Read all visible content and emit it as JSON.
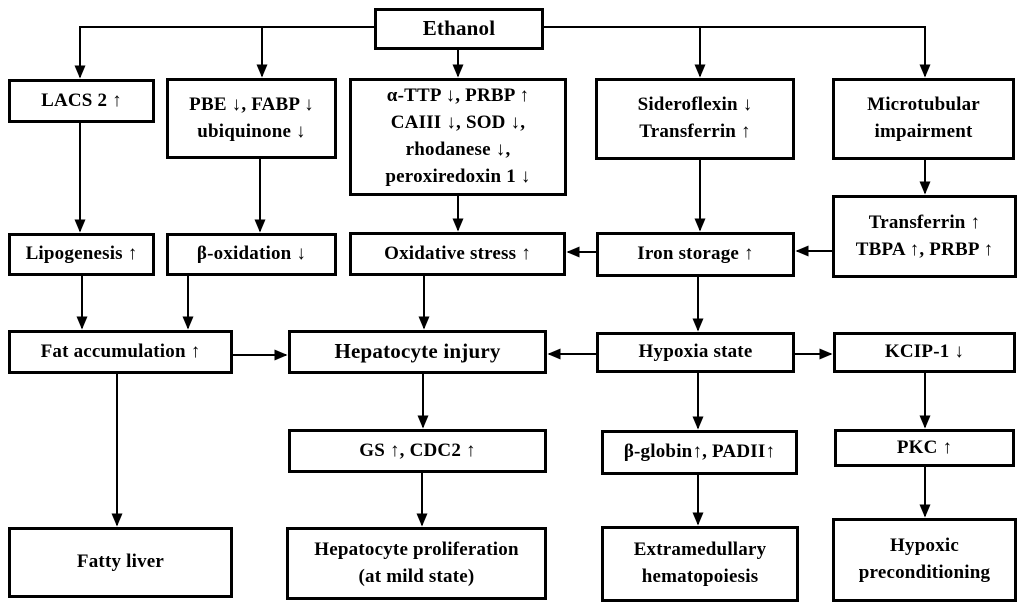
{
  "diagram": {
    "topic": "Ethanol effects flowchart",
    "colors": {
      "line": "#000000",
      "box_border": "#000000",
      "background": "#ffffff",
      "text": "#000000"
    }
  },
  "nodes": {
    "ethanol": {
      "label": "Ethanol"
    },
    "lacs2": {
      "label": "LACS 2 ↑"
    },
    "pbe_fabp": {
      "label": "PBE ↓, FABP ↓\nubiquinone ↓"
    },
    "attp_group": {
      "label": "α-TTP ↓, PRBP ↑\nCAIII ↓, SOD ↓,\nrhodanese ↓,\nperoxiredoxin 1 ↓"
    },
    "sideroflexin": {
      "label": "Sideroflexin ↓\nTransferrin ↑"
    },
    "microtubular": {
      "label": "Microtubular\nimpairment"
    },
    "lipogenesis": {
      "label": "Lipogenesis ↑"
    },
    "beta_oxidation": {
      "label": "β-oxidation ↓"
    },
    "oxidative_stress": {
      "label": "Oxidative stress ↑"
    },
    "iron_storage": {
      "label": "Iron storage ↑"
    },
    "transferrin_tbpa": {
      "label": "Transferrin ↑\nTBPA ↑, PRBP ↑"
    },
    "fat_accumulation": {
      "label": "Fat accumulation ↑"
    },
    "hepatocyte_injury": {
      "label": "Hepatocyte injury"
    },
    "hypoxia_state": {
      "label": "Hypoxia state"
    },
    "kcip1": {
      "label": "KCIP-1 ↓"
    },
    "gs_cdc2": {
      "label": "GS ↑, CDC2 ↑"
    },
    "bglobin_padii": {
      "label": "β-globin↑, PADII↑"
    },
    "pkc": {
      "label": "PKC ↑"
    },
    "fatty_liver": {
      "label": "Fatty liver"
    },
    "hepatocyte_proliferation": {
      "label": "Hepatocyte proliferation\n(at mild state)"
    },
    "extramedullary": {
      "label": "Extramedullary\nhematopoiesis"
    },
    "hypoxic_preconditioning": {
      "label": "Hypoxic\npreconditioning"
    }
  },
  "edges": [
    {
      "from": "ethanol",
      "to": "lacs2"
    },
    {
      "from": "ethanol",
      "to": "pbe_fabp"
    },
    {
      "from": "ethanol",
      "to": "attp_group"
    },
    {
      "from": "ethanol",
      "to": "sideroflexin"
    },
    {
      "from": "ethanol",
      "to": "microtubular"
    },
    {
      "from": "lacs2",
      "to": "lipogenesis"
    },
    {
      "from": "pbe_fabp",
      "to": "beta_oxidation"
    },
    {
      "from": "attp_group",
      "to": "oxidative_stress"
    },
    {
      "from": "sideroflexin",
      "to": "iron_storage"
    },
    {
      "from": "microtubular",
      "to": "transferrin_tbpa"
    },
    {
      "from": "lipogenesis",
      "to": "fat_accumulation"
    },
    {
      "from": "beta_oxidation",
      "to": "fat_accumulation"
    },
    {
      "from": "oxidative_stress",
      "to": "hepatocyte_injury"
    },
    {
      "from": "iron_storage",
      "to": "oxidative_stress"
    },
    {
      "from": "transferrin_tbpa",
      "to": "iron_storage"
    },
    {
      "from": "iron_storage",
      "to": "hypoxia_state"
    },
    {
      "from": "fat_accumulation",
      "to": "hepatocyte_injury"
    },
    {
      "from": "hypoxia_state",
      "to": "hepatocyte_injury"
    },
    {
      "from": "hypoxia_state",
      "to": "kcip1"
    },
    {
      "from": "hepatocyte_injury",
      "to": "gs_cdc2"
    },
    {
      "from": "hypoxia_state",
      "to": "bglobin_padii"
    },
    {
      "from": "kcip1",
      "to": "pkc"
    },
    {
      "from": "fat_accumulation",
      "to": "fatty_liver"
    },
    {
      "from": "gs_cdc2",
      "to": "hepatocyte_proliferation"
    },
    {
      "from": "bglobin_padii",
      "to": "extramedullary"
    },
    {
      "from": "pkc",
      "to": "hypoxic_preconditioning"
    }
  ]
}
